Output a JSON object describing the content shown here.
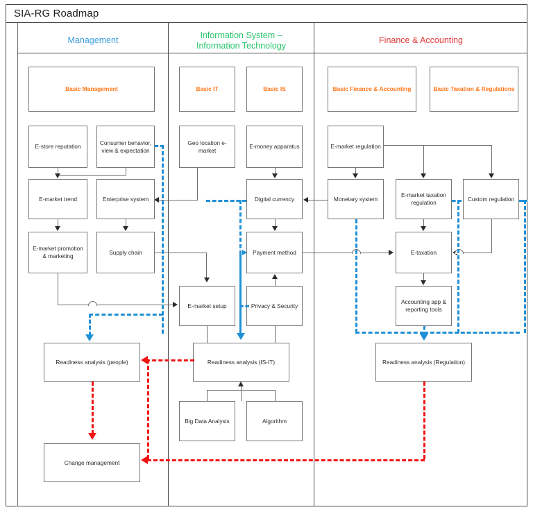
{
  "document": {
    "title": "SIA-RG Roadmap"
  },
  "columns": [
    {
      "id": "management",
      "label": "Management",
      "color": "#3f9fe0"
    },
    {
      "id": "is-it",
      "label": "Information System –\nInformation Technology",
      "line1": "Information System –",
      "line2": "Information Technology",
      "color": "#27c46b"
    },
    {
      "id": "finance-accounting",
      "label": "Finance & Accounting",
      "color": "#e23b3b"
    }
  ],
  "theme": {
    "header_box_text_color": "#ff7518",
    "box_border_color": "#767676",
    "connector_color": "#6e6e6e",
    "blue_flow_color": "#1f8fd6",
    "red_flow_color": "#f01414"
  },
  "nodes": {
    "basic_management": "Basic Management",
    "basic_it": "Basic IT",
    "basic_is": "Basic IS",
    "basic_finance_accounting": "Basic Finance & Accounting",
    "basic_taxation_regulations": "Basic Taxation & Regulations",
    "estore_reputation": "E-store reputation",
    "consumer_behavior": "Consumer behavior,\nview & expectation",
    "consumer_behavior_l1": "Consumer behavior,",
    "consumer_behavior_l2": "view & expectation",
    "emarket_trend": "E-market trend",
    "enterprise_system": "Enterprise system",
    "emarket_promotion": "E-market promotion\n& marketing",
    "emarket_promotion_l1": "E-market promotion",
    "emarket_promotion_l2": "& marketing",
    "supply_chain": "Supply chain",
    "readiness_people": "Readiness analysis (people)",
    "change_management": "Change management",
    "geo_location": "Geo location e-\nmarket",
    "geo_location_l1": "Geo location e-",
    "geo_location_l2": "market",
    "emoney_apparatus": "E-money apparatus",
    "digital_currency": "Digital currency",
    "payment_method": "Payment method",
    "emarket_setup": "E-market setup",
    "privacy_security": "Privacy & Security",
    "readiness_isit": "Readiness analysis (IS-IT)",
    "big_data_analysis": "Big Data Analysis",
    "algorithm": "Algorithm",
    "emarket_regulation": "E-market regulation",
    "monetary_system": "Monetary system",
    "emarket_taxation_regulation": "E-market taxation\nregulation",
    "emarket_taxation_regulation_l1": "E-market taxation",
    "emarket_taxation_regulation_l2": "regulation",
    "custom_regulation": "Custom regulation",
    "etaxation": "E-taxation",
    "accounting_app": "Accounting app &\nreporting tools",
    "accounting_app_l1": "Accounting app &",
    "accounting_app_l2": "reporting tools",
    "readiness_regulation": "Readiness analysis (Regulation)"
  }
}
